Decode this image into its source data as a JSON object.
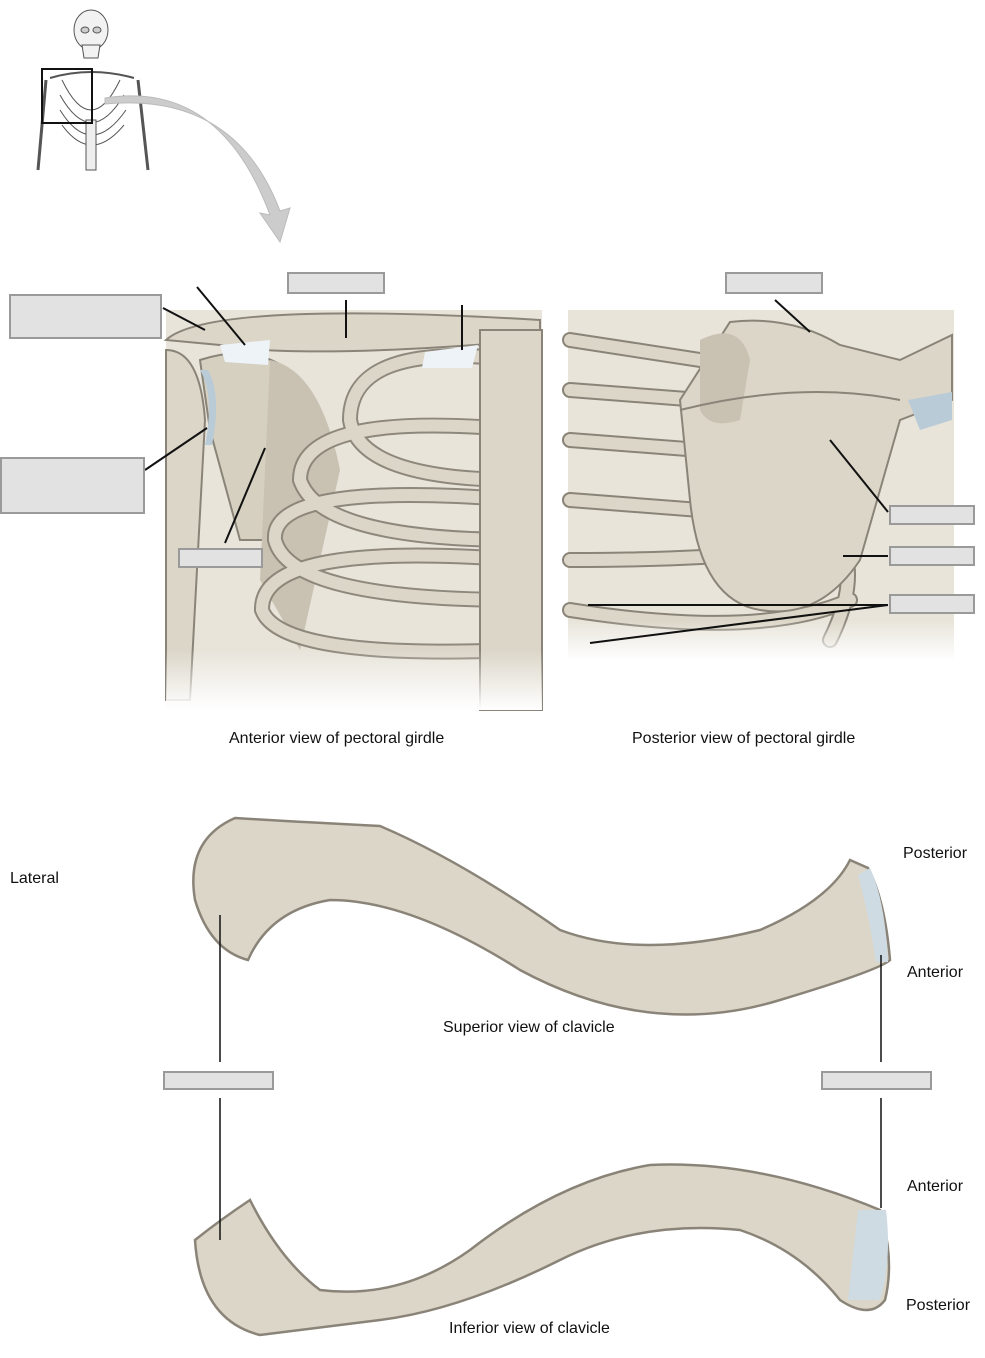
{
  "captions": {
    "anterior_view": "Anterior view of pectoral girdle",
    "posterior_view": "Posterior view of pectoral girdle",
    "superior_clavicle": "Superior view of clavicle",
    "inferior_clavicle": "Inferior view of clavicle"
  },
  "orientation_labels": {
    "lateral": "Lateral",
    "posterior_top": "Posterior",
    "anterior_top": "Anterior",
    "anterior_bottom": "Anterior",
    "posterior_bottom": "Posterior"
  },
  "colors": {
    "bone": "#dcd6c8",
    "bone_shadow": "#c9c2b2",
    "bone_outline": "#8a8478",
    "cartilage": "#b9cbd6",
    "label_box_fill": "#e2e2e2",
    "label_box_border": "#9a9a9a",
    "arrow": "#cccccc"
  },
  "icons": {
    "skeleton_thumbnail": "skeleton-icon",
    "pointer_arrow": "curved-arrow-icon"
  }
}
